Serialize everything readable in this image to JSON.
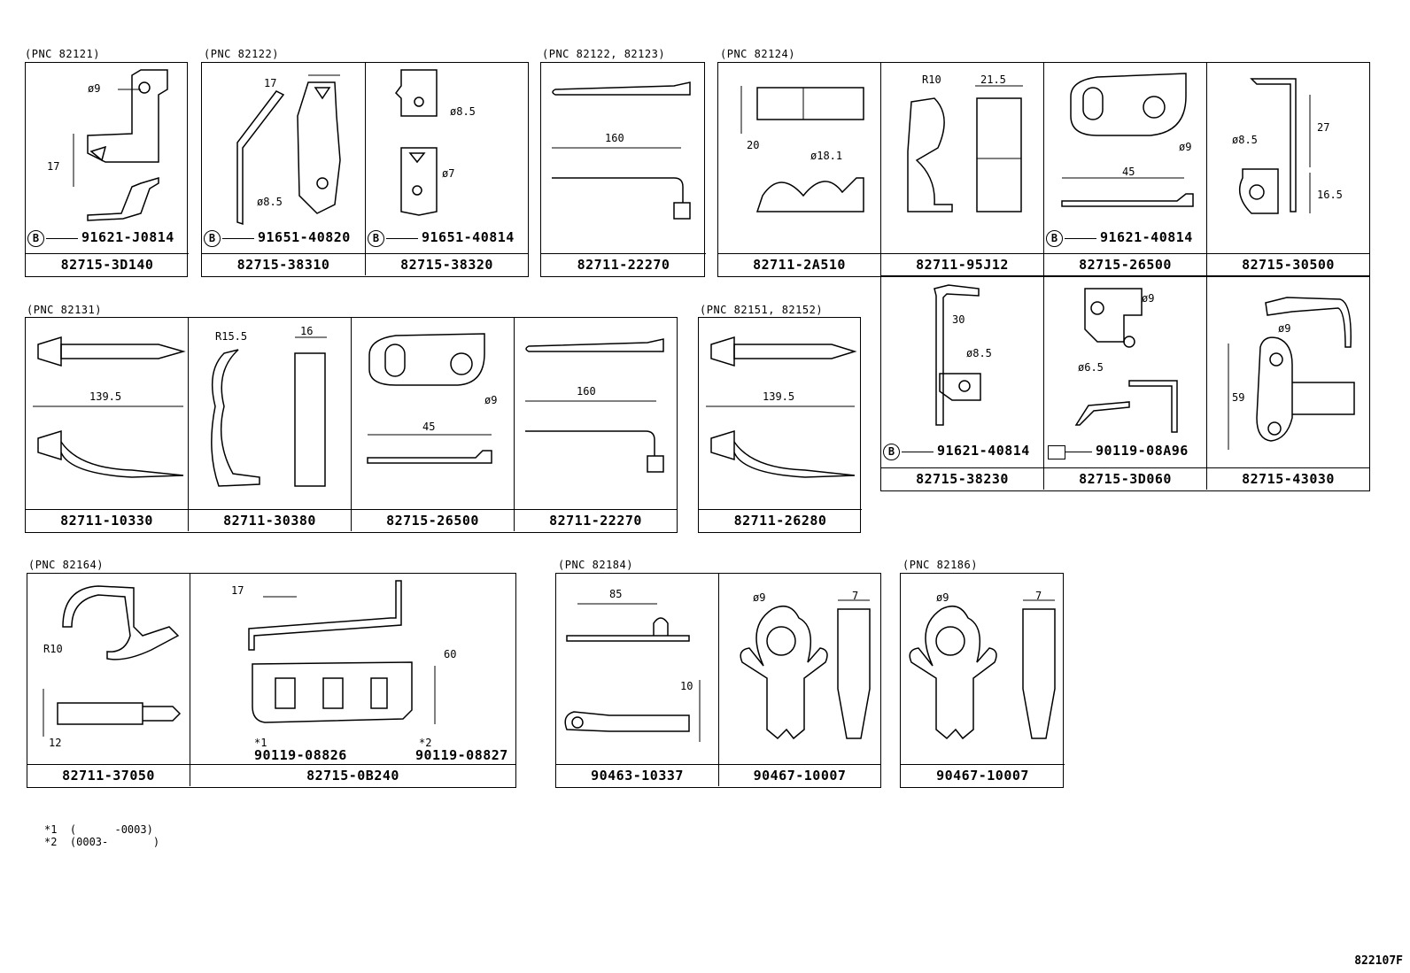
{
  "groups": [
    {
      "pnc": "(PNC 82121)",
      "cells": [
        {
          "part": "82715-3D140",
          "callout": "91621-J0814",
          "dims": [
            "ø9",
            "17"
          ]
        }
      ]
    },
    {
      "pnc": "(PNC 82122)",
      "cells": [
        {
          "part": "82715-38310",
          "callout": "91651-40820",
          "dims": [
            "17",
            "ø8.5"
          ]
        },
        {
          "part": "82715-38320",
          "callout": "91651-40814",
          "dims": [
            "ø8.5",
            "ø7"
          ]
        }
      ]
    },
    {
      "pnc": "(PNC 82122, 82123)",
      "cells": [
        {
          "part": "82711-22270",
          "callout": "",
          "dims": [
            "160"
          ]
        }
      ]
    },
    {
      "pnc": "(PNC 82124)",
      "cells": [
        {
          "part": "82711-2A510",
          "callout": "",
          "dims": [
            "20",
            "ø18.1"
          ]
        },
        {
          "part": "82711-95J12",
          "callout": "",
          "dims": [
            "R10",
            "21.5"
          ]
        },
        {
          "part": "82715-26500",
          "callout": "91621-40814",
          "dims": [
            "ø9",
            "45"
          ]
        },
        {
          "part": "82715-30500",
          "callout": "",
          "dims": [
            "27",
            "ø8.5",
            "16.5"
          ]
        }
      ]
    },
    {
      "pnc": "",
      "cells": [
        {
          "part": "82715-38230",
          "callout": "91621-40814",
          "dims": [
            "30",
            "ø8.5"
          ]
        },
        {
          "part": "82715-3D060",
          "callout": "90119-08A96",
          "dims": [
            "ø9",
            "ø6.5"
          ]
        },
        {
          "part": "82715-43030",
          "callout": "",
          "dims": [
            "ø9",
            "59"
          ]
        }
      ]
    },
    {
      "pnc": "(PNC 82131)",
      "cells": [
        {
          "part": "82711-10330",
          "callout": "",
          "dims": [
            "139.5"
          ]
        },
        {
          "part": "82711-30380",
          "callout": "",
          "dims": [
            "R15.5",
            "16"
          ]
        },
        {
          "part": "82715-26500",
          "callout": "",
          "dims": [
            "ø9",
            "45"
          ]
        },
        {
          "part": "82711-22270",
          "callout": "",
          "dims": [
            "160"
          ]
        }
      ]
    },
    {
      "pnc": "(PNC 82151, 82152)",
      "cells": [
        {
          "part": "82711-26280",
          "callout": "",
          "dims": [
            "139.5"
          ]
        }
      ]
    },
    {
      "pnc": "(PNC 82164)",
      "cells": [
        {
          "part": "82711-37050",
          "callout": "",
          "dims": [
            "R10",
            "12"
          ]
        },
        {
          "part": "82715-0B240",
          "callout": "",
          "dims": [
            "17",
            "60",
            "*1",
            "90119-08826",
            "*2",
            "90119-08827"
          ]
        }
      ]
    },
    {
      "pnc": "(PNC 82184)",
      "cells": [
        {
          "part": "90463-10337",
          "callout": "",
          "dims": [
            "85",
            "10"
          ]
        },
        {
          "part": "90467-10007",
          "callout": "",
          "dims": [
            "ø9",
            "7"
          ]
        }
      ]
    },
    {
      "pnc": "(PNC 82186)",
      "cells": [
        {
          "part": "90467-10007",
          "callout": "",
          "dims": [
            "ø9",
            "7"
          ]
        }
      ]
    }
  ],
  "notes": [
    "*1  (      -0003)",
    "*2  (0003-       )"
  ],
  "figure_id": "822107F",
  "callout_symbol": "B"
}
